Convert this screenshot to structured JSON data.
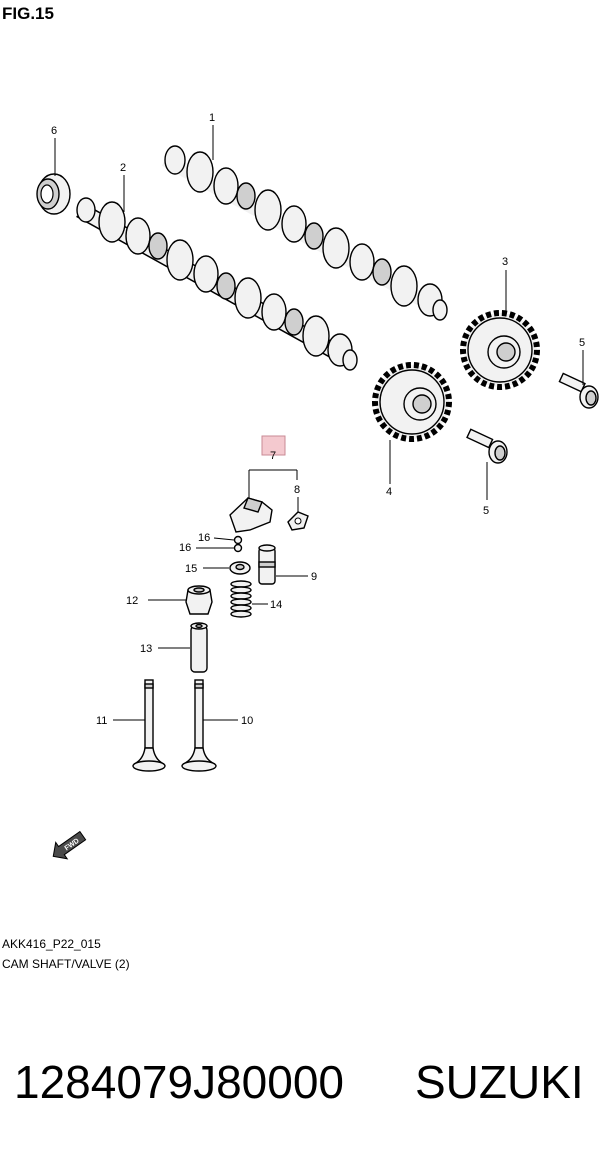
{
  "figure": {
    "title": "FIG.15"
  },
  "callouts": {
    "c1": "1",
    "c2": "2",
    "c3": "3",
    "c4": "4",
    "c5a": "5",
    "c5b": "5",
    "c6": "6",
    "c7": "7",
    "c8": "8",
    "c9": "9",
    "c10": "10",
    "c11": "11",
    "c12": "12",
    "c13": "13",
    "c14": "14",
    "c15": "15",
    "c16a": "16",
    "c16b": "16"
  },
  "highlight_color": "#f4c9cf",
  "fwd_label": "FWD",
  "footer": {
    "code": "AKK416_P22_015",
    "caption": "CAM SHAFT/VALVE (2)"
  },
  "product": {
    "part_number": "1284079J80000",
    "brand": "SUZUKI"
  }
}
